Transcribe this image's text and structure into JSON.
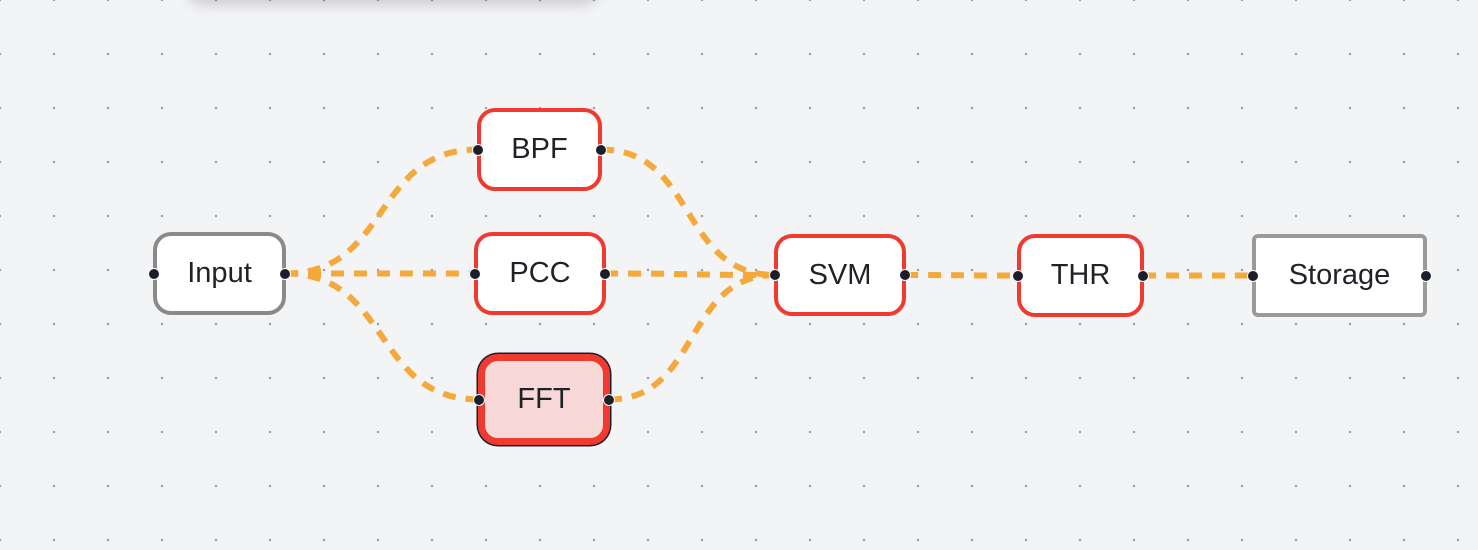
{
  "colors": {
    "edge": "#f4a93a",
    "node_border_default": "#ef3a2f",
    "node_border_io": "#8a8a8a",
    "node_border_storage": "#9a9a9a",
    "node_selected_fill": "#f8d7d7",
    "node_selected_outline": "#1c1f2b"
  },
  "nodes": [
    {
      "id": "input",
      "label": "Input",
      "kind": "io"
    },
    {
      "id": "bpf",
      "label": "BPF",
      "kind": "process"
    },
    {
      "id": "pcc",
      "label": "PCC",
      "kind": "process"
    },
    {
      "id": "fft",
      "label": "FFT",
      "kind": "process",
      "selected": true
    },
    {
      "id": "svm",
      "label": "SVM",
      "kind": "process"
    },
    {
      "id": "thr",
      "label": "THR",
      "kind": "process"
    },
    {
      "id": "storage",
      "label": "Storage",
      "kind": "storage"
    }
  ],
  "edges": [
    {
      "from": "input",
      "to": "bpf"
    },
    {
      "from": "input",
      "to": "pcc"
    },
    {
      "from": "input",
      "to": "fft"
    },
    {
      "from": "bpf",
      "to": "svm"
    },
    {
      "from": "pcc",
      "to": "svm"
    },
    {
      "from": "fft",
      "to": "svm"
    },
    {
      "from": "svm",
      "to": "thr"
    },
    {
      "from": "thr",
      "to": "storage"
    }
  ]
}
